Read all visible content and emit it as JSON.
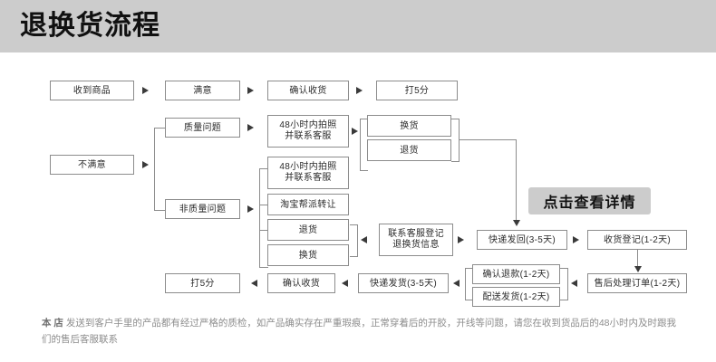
{
  "header": {
    "title": "退换货流程"
  },
  "cta": {
    "label": "点击查看详情"
  },
  "nodes": {
    "received": "收到商品",
    "satisfied": "满意",
    "confirm_receipt_top": "确认收货",
    "rate5_top": "打5分",
    "unsatisfied": "不满意",
    "quality_issue": "质量问题",
    "non_quality_issue": "非质量问题",
    "photo_contact_1": "48小时内拍照\n并联系客服",
    "photo_contact_2": "48小时内拍照\n并联系客服",
    "taobao_transfer": "淘宝帮派转让",
    "exchange_top": "换货",
    "return_top": "退货",
    "return_mid": "退货",
    "exchange_mid": "换货",
    "contact_service_register": "联系客服登记\n退换货信息",
    "express_send_back": "快递发回(3-5天)",
    "receive_register": "收货登记(1-2天)",
    "aftersales_order": "售后处理订单(1-2天)",
    "confirm_refund": "确认退款(1-2天)",
    "delivery_ship": "配送发货(1-2天)",
    "express_ship": "快递发货(3-5天)",
    "confirm_receipt_bottom": "确认收货",
    "rate5_bottom": "打5分"
  },
  "footer": {
    "prefix": "本 店",
    "text": " 发送到客户手里的产品都有经过严格的质检，如产品确实存在严重瑕痕，正常穿着后的开胶，开线等问题，请您在收到货品后的48小时内及时跟我们的售后客服联系"
  },
  "colors": {
    "header_bg": "#cccccc",
    "box_border": "#8c8c8c",
    "text": "#2b2b2b",
    "footer_text": "#8d8d8d",
    "cta_bg": "#cccccc"
  }
}
